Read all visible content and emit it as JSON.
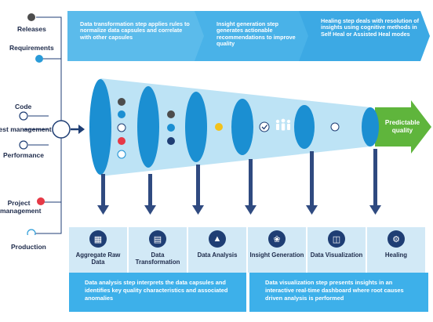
{
  "sources": [
    {
      "label": "Releases",
      "color": "#4d4d4d"
    },
    {
      "label": "Requirements",
      "color": "#2a9bd8"
    },
    {
      "label": "Code",
      "color": "#ffffff"
    },
    {
      "label": "Test management",
      "color": "#ffffff"
    },
    {
      "label": "Performance",
      "color": "#ffffff"
    },
    {
      "label": "Project management",
      "color": "#e63946"
    },
    {
      "label": "Production",
      "color": "#ffffff"
    }
  ],
  "chevrons": [
    "Data transformation step applies rules to normalize data capsules and correlate with other capsules",
    "Insight generation step generates actionable recommendations to improve quality",
    "Healing step deals with resolution of insights using cognitive methods in Self Heal or Assisted Heal modes"
  ],
  "output_label": "Predictable quality",
  "stages": [
    {
      "label": "Aggregate Raw Data",
      "icon": "dashboard-icon"
    },
    {
      "label": "Data Transformation",
      "icon": "documents-icon"
    },
    {
      "label": "Data Analysis",
      "icon": "people-chart-icon"
    },
    {
      "label": "Insight Generation",
      "icon": "brain-icon"
    },
    {
      "label": "Data Visualization",
      "icon": "monitor-icon"
    },
    {
      "label": "Healing",
      "icon": "gears-icon"
    }
  ],
  "bottom_notes": [
    "Data analysis step interprets the data capsules and identifies key quality characteristics and associated anomalies",
    "Data visualization step presents insights in an interactive real-time dashboard where root causes driven analysis is performed"
  ],
  "colors": {
    "dark_navy": "#1f3e74",
    "accent_blue": "#1b8fd2",
    "light_blue": "#d2e9f6",
    "chevron_blue": "#4fb5e9",
    "funnel_fill": "#bfe4f6",
    "green": "#5fb53c",
    "yellow": "#f2c21b",
    "red": "#e63946"
  }
}
